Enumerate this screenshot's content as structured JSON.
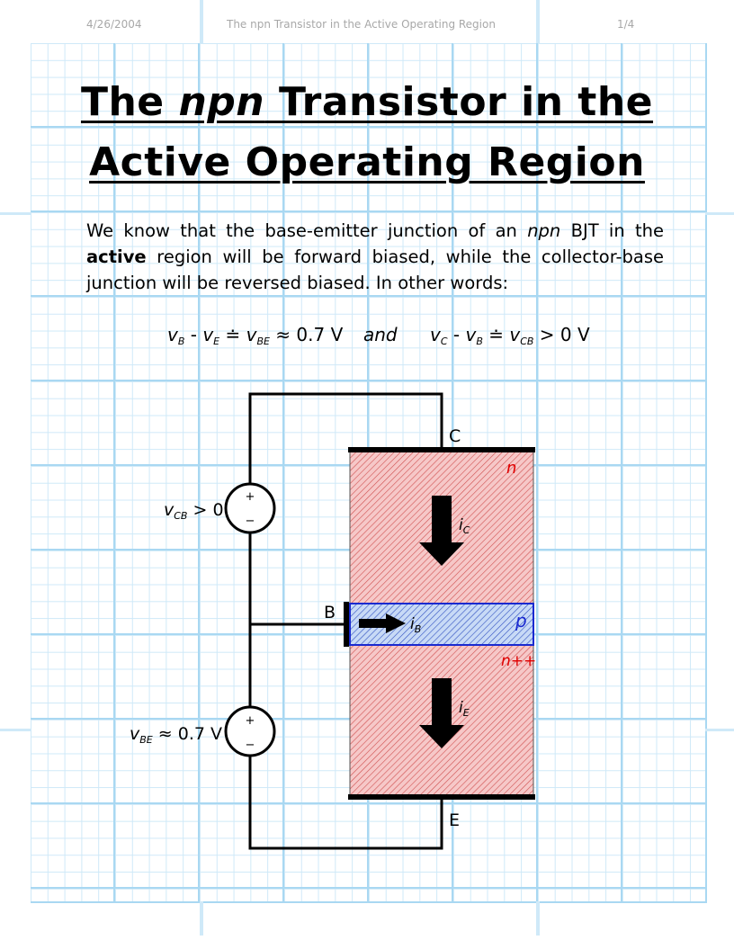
{
  "header": {
    "date": "4/26/2004",
    "doc_title": "The npn Transistor in the Active Operating Region",
    "page": "1/4"
  },
  "title": {
    "line1_pre": "The ",
    "line1_italic": "npn",
    "line1_post": " Transistor in the",
    "line2": "Active Operating Region"
  },
  "paragraph": {
    "t1": "We know that the base-emitter junction of an ",
    "npn": "npn",
    "t2": " BJT in the ",
    "active": "active",
    "t3": " region will be forward biased, while the collector-base junction will be reversed biased.  In other words:"
  },
  "equations": {
    "left": {
      "v": "v",
      "b": "B",
      "minus": " - ",
      "e": "E",
      "def": " ≐ ",
      "be": "BE",
      "approx": " ≈ 0.7  V"
    },
    "and": "and",
    "right": {
      "v": "v",
      "c": "C",
      "minus": " - ",
      "b": "B",
      "def": " ≐ ",
      "cb": "CB",
      "gt": " >  0  V"
    }
  },
  "diagram": {
    "terminal_c": "C",
    "terminal_b": "B",
    "terminal_e": "E",
    "region_top": "n",
    "region_mid": "p",
    "region_bot": "n++",
    "current_c": "i",
    "current_c_sub": "C",
    "current_b": "i",
    "current_b_sub": "B",
    "current_e": "i",
    "current_e_sub": "E",
    "source_cb_v": "v",
    "source_cb_sub": "CB",
    "source_cb_rel": " > 0",
    "source_be_v": "v",
    "source_be_sub": "BE",
    "source_be_rel": " ≈ 0.7 V",
    "plus": "+",
    "minus": "−",
    "colors": {
      "n_region": "#f6c8c8",
      "p_region": "#c8daf6",
      "hatch_red": "#d05050",
      "hatch_blue": "#3050c0",
      "p_border": "#1a2ad0",
      "grid": "#a9d8f2"
    }
  }
}
